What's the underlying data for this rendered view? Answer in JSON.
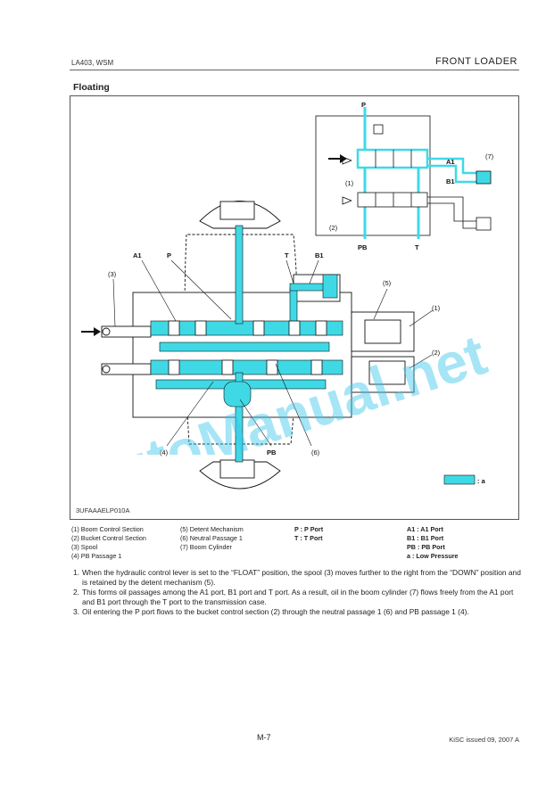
{
  "header": {
    "model": "LA403, WSM",
    "section": "FRONT LOADER"
  },
  "title": "Floating",
  "figure": {
    "code": "3UFAAAELP010A",
    "labels": {
      "p_top": "P",
      "a1_right": "A1",
      "b1_right": "B1",
      "pb_bottom": "PB",
      "t_bottom": "T",
      "a1_main": "A1",
      "p_main": "P",
      "t_main": "T",
      "b1_main": "B1",
      "pb_main": "PB",
      "n1_spool": "(1)",
      "n2_inset": "(2)",
      "n7_inset": "(7)",
      "n3_main": "(3)",
      "n5_main": "(5)",
      "n1_main": "(1)",
      "n2_main": "(2)",
      "n4_main": "(4)",
      "n6_main": "(6)",
      "key": ": a"
    },
    "colors": {
      "oil": "#3fd9e6",
      "line": "#111111"
    }
  },
  "watermark": "AutoManual.net",
  "legend": {
    "col1": [
      "(1) Boom Control Section",
      "(2) Bucket Control Section",
      "(3) Spool",
      "(4) PB Passage 1"
    ],
    "col2": [
      "(5) Detent Mechanism",
      "(6) Neutral Passage 1",
      "(7) Boom Cylinder"
    ],
    "col3": [
      "P : P Port",
      "T : T Port"
    ],
    "col4": [
      "A1 : A1 Port",
      "B1 : B1 Port",
      "PB : PB Port",
      "a : Low Pressure"
    ]
  },
  "steps": [
    {
      "num": "1.",
      "text": "When the hydraulic control lever is set to the “FLOAT” position, the spool (3) moves further to the right from the “DOWN” position and is retained by the detent mechanism (5)."
    },
    {
      "num": "2.",
      "text": "This forms oil passages among the A1 port, B1 port and T port. As a result, oil in the boom cylinder (7) flows freely from the A1 port and B1 port through the T port to the transmission case."
    },
    {
      "num": "3.",
      "text": "Oil entering the P port flows to the bucket control section (2) through the neutral passage 1 (6) and PB passage 1 (4)."
    }
  ],
  "footer": {
    "page": "M-7",
    "issued": "KiSC issued 09, 2007 A"
  }
}
